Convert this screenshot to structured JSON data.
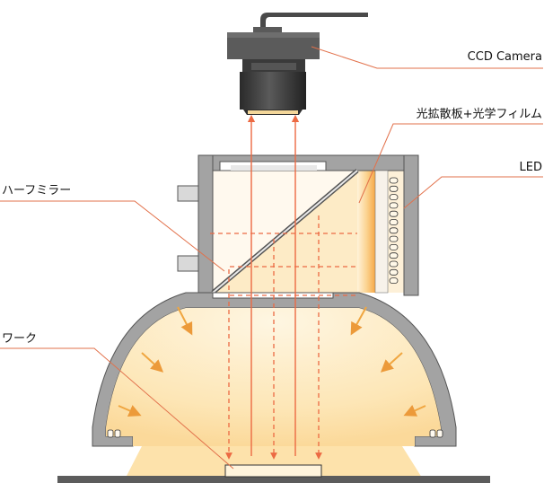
{
  "labels": {
    "camera": "CCD Camera",
    "diffuser": "光拡散板+光学フィルム",
    "led": "LED",
    "half_mirror": "ハーフミラー",
    "work": "ワーク"
  },
  "colors": {
    "body_gray": "#a3a3a3",
    "body_gray_dark": "#7e7e7e",
    "light_fill": "#fdebc6",
    "light_strong": "#fbd79a",
    "ray_arrow": "#ec6a43",
    "leader_line": "#e2714b",
    "camera_dark": "#3b3b3b",
    "camera_mid": "#595959"
  },
  "icons": {
    "camera": "ccd-camera-icon",
    "led": "led-array-icon"
  }
}
